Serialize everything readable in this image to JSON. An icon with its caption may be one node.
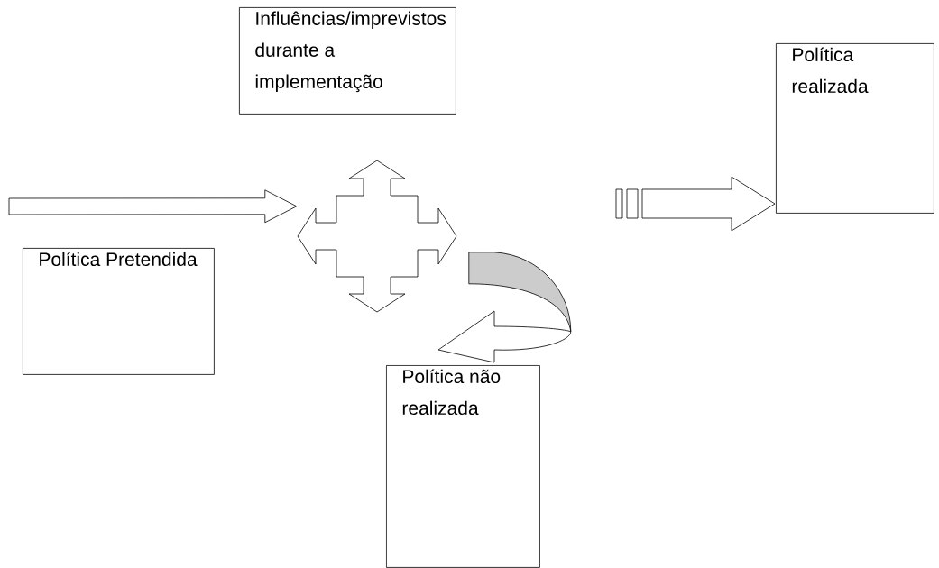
{
  "diagram": {
    "nodes": [
      {
        "text": [
          "Influências/imprevistos durante a implementação"
        ]
      },
      {
        "text": [
          "Política realizada"
        ]
      },
      {
        "text": [
          "Política Pretendida"
        ]
      },
      {
        "text": [],
        "shape": "cross"
      },
      {
        "text": [
          "Política não realizada"
        ]
      }
    ],
    "edges": [
      {
        "from": null,
        "to": 3,
        "arrow": "to"
      },
      {
        "from": null,
        "to": 1,
        "arrow": "to"
      },
      {
        "from": 3,
        "to": 4,
        "arrow": "to"
      }
    ]
  }
}
